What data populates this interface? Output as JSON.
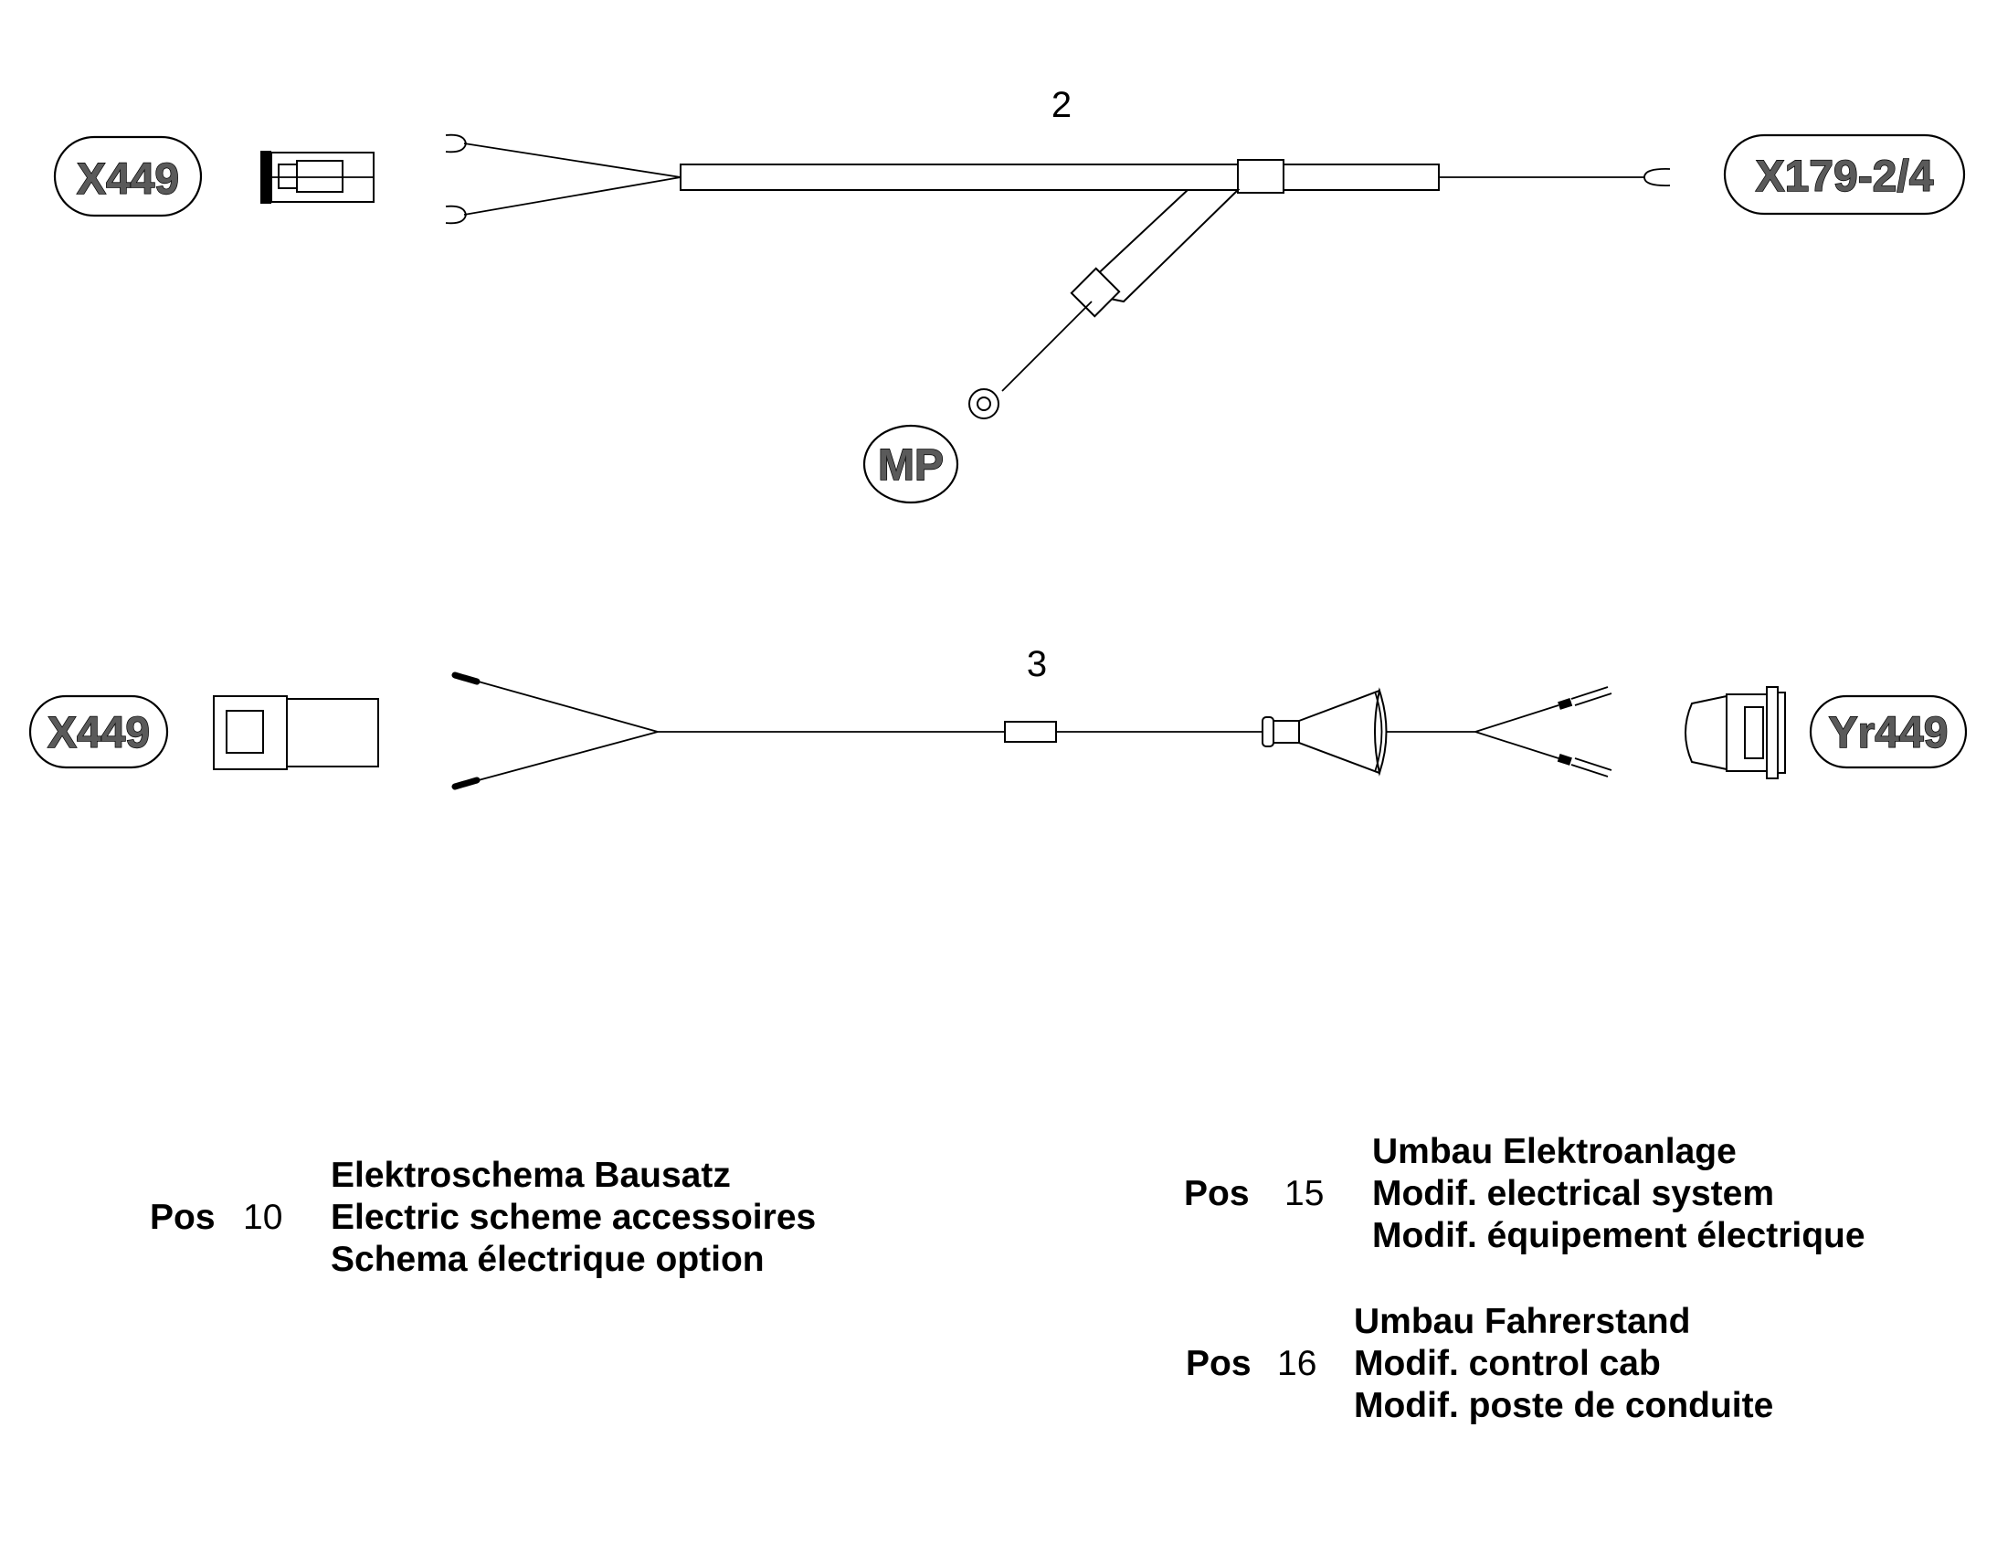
{
  "diagram": {
    "cable_2": {
      "label": "2",
      "left_connector": "X449",
      "right_connector": "X179-2/4",
      "ground_connector": "MP"
    },
    "cable_3": {
      "label": "3",
      "left_connector": "X449",
      "right_connector": "Yr449"
    }
  },
  "legend": [
    {
      "pos_label": "Pos",
      "number": "10",
      "lines": [
        "Elektroschema Bausatz",
        "Electric scheme accessoires",
        "Schema électrique option"
      ]
    },
    {
      "pos_label": "Pos",
      "number": "15",
      "lines": [
        "Umbau Elektroanlage",
        "Modif. electrical system",
        "Modif. équipement électrique"
      ]
    },
    {
      "pos_label": "Pos",
      "number": "16",
      "lines": [
        "Umbau Fahrerstand",
        "Modif. control cab",
        "Modif. poste de conduite"
      ]
    }
  ]
}
